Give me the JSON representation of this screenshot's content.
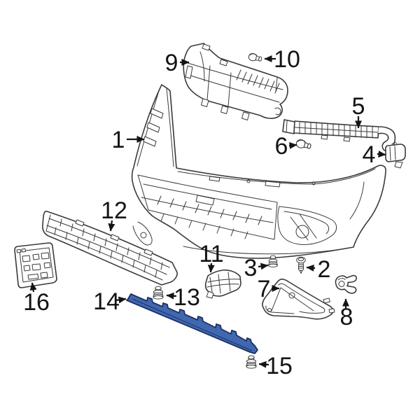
{
  "diagram": {
    "background": "#ffffff",
    "line_color": "#3a3a3a",
    "label_color": "#141414",
    "highlight": {
      "fill": "#4068b0",
      "stroke": "#1d2f63"
    },
    "callouts": [
      {
        "num": "1"
      },
      {
        "num": "2"
      },
      {
        "num": "3"
      },
      {
        "num": "4"
      },
      {
        "num": "5"
      },
      {
        "num": "6"
      },
      {
        "num": "7"
      },
      {
        "num": "8"
      },
      {
        "num": "9"
      },
      {
        "num": "10"
      },
      {
        "num": "11"
      },
      {
        "num": "12"
      },
      {
        "num": "13"
      },
      {
        "num": "14"
      },
      {
        "num": "15"
      },
      {
        "num": "16"
      }
    ]
  }
}
